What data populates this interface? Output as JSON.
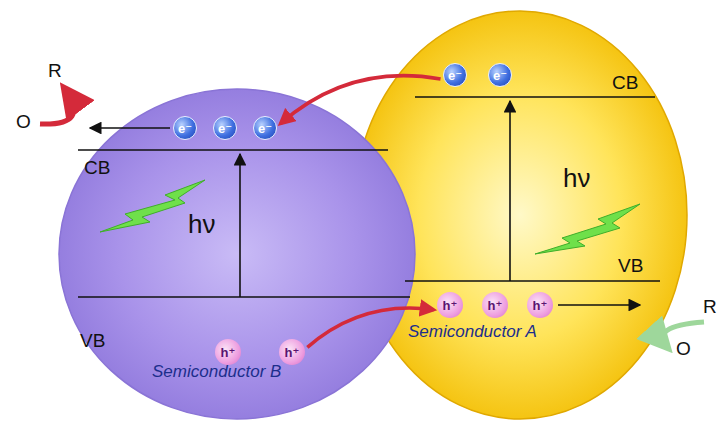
{
  "diagram": {
    "nodes": [
      {
        "text": [
          "Semiconductor B"
        ]
      },
      {
        "text": [
          "Semiconductor A"
        ]
      },
      {
        "text": [
          "e⁻"
        ],
        "in": 0
      },
      {
        "text": [
          "e⁻"
        ],
        "in": 0
      },
      {
        "text": [
          "e⁻"
        ],
        "in": 0
      },
      {
        "text": [
          "h⁺"
        ],
        "in": 0
      },
      {
        "text": [
          "h⁺"
        ],
        "in": 0
      },
      {
        "text": [
          "e⁻"
        ],
        "in": 1
      },
      {
        "text": [
          "e⁻"
        ],
        "in": 1
      },
      {
        "text": [
          "h⁺"
        ],
        "in": 1
      },
      {
        "text": [
          "h⁺"
        ],
        "in": 1
      },
      {
        "text": [
          "h⁺"
        ],
        "in": 1
      }
    ],
    "edges": [
      {
        "from": 7,
        "to": 4,
        "arrow": "to"
      },
      {
        "from": 6,
        "to": 9,
        "arrow": "to"
      }
    ],
    "labels": [
      "R",
      "O",
      "CB",
      "hν",
      "VB",
      "CB",
      "hν",
      "VB",
      "R",
      "O"
    ]
  }
}
